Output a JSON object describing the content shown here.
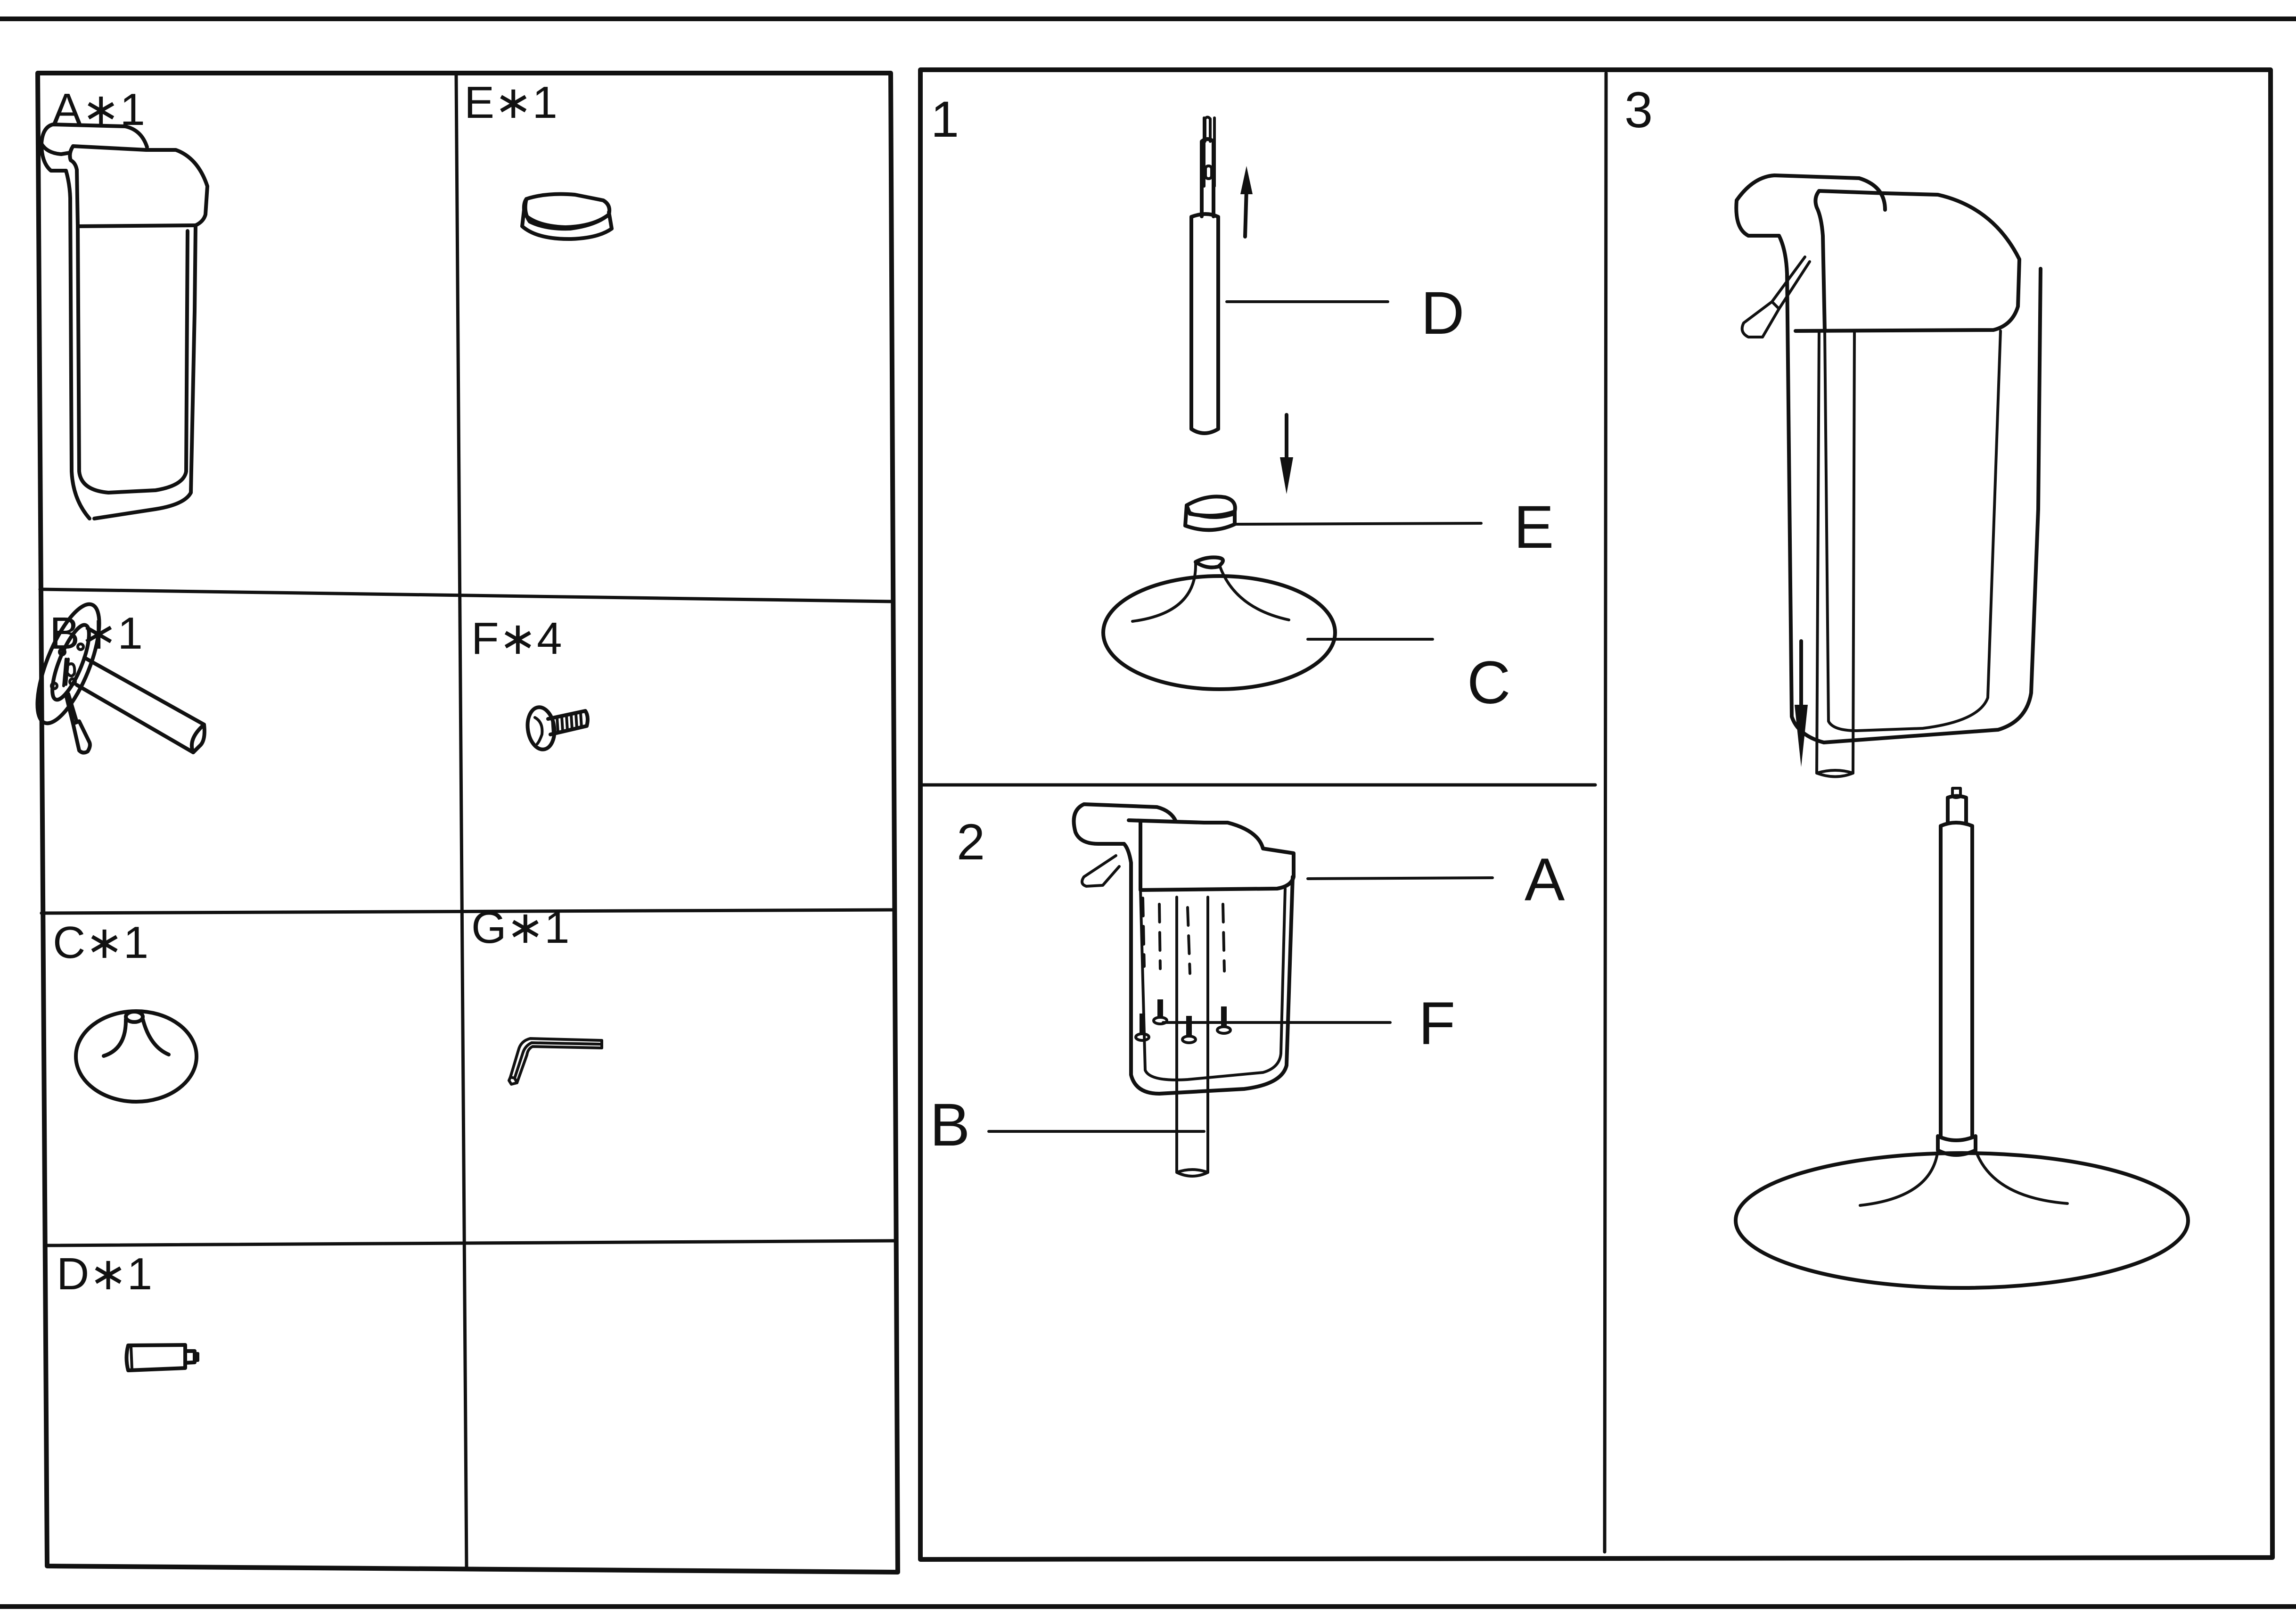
{
  "document": {
    "type": "assembly-instructions",
    "colors": {
      "ink": "#111111",
      "paper": "#ffffff"
    }
  },
  "parts_list": {
    "items": [
      {
        "id": "A",
        "qty": "1",
        "label": "A∗1",
        "depicts": "seat"
      },
      {
        "id": "E",
        "qty": "1",
        "label": "E∗1",
        "depicts": "base-cap"
      },
      {
        "id": "B",
        "qty": "1",
        "label": "B∗1",
        "depicts": "seat-mechanism-with-lever"
      },
      {
        "id": "F",
        "qty": "4",
        "label": "F∗4",
        "depicts": "bolt"
      },
      {
        "id": "C",
        "qty": "1",
        "label": "C∗1",
        "depicts": "round-base"
      },
      {
        "id": "G",
        "qty": "1",
        "label": "G∗1",
        "depicts": "allen-key"
      },
      {
        "id": "D",
        "qty": "1",
        "label": "D∗1",
        "depicts": "gas-cylinder"
      }
    ]
  },
  "steps": [
    {
      "number": "1",
      "callouts": [
        "D",
        "E",
        "C"
      ]
    },
    {
      "number": "2",
      "callouts": [
        "A",
        "F",
        "B"
      ]
    },
    {
      "number": "3",
      "callouts": []
    }
  ]
}
